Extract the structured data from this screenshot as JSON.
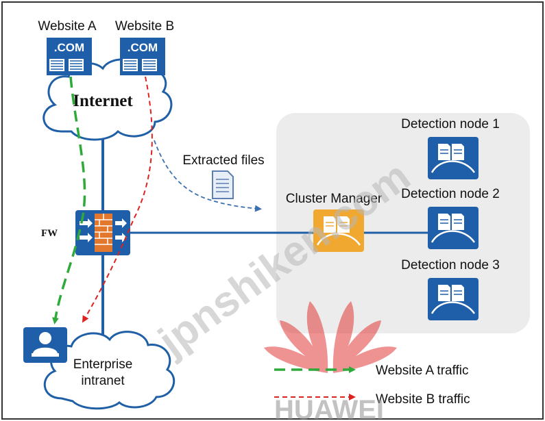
{
  "labels": {
    "website_a": "Website A",
    "website_b": "Website B",
    "dotcom": ".COM",
    "internet": "Internet",
    "fw": "FW",
    "extracted_files": "Extracted files",
    "cluster_manager": "Cluster Manager",
    "detection_node_1": "Detection node 1",
    "detection_node_2": "Detection node 2",
    "detection_node_3": "Detection node 3",
    "enterprise_line1": "Enterprise",
    "enterprise_line2": "intranet"
  },
  "legend": {
    "website_a_traffic": "Website A traffic",
    "website_b_traffic": "Website B traffic"
  },
  "watermarks": {
    "site": "jpnshiken.com",
    "brand": "HUAWEI"
  },
  "colors": {
    "website_a_traffic": "#2eaa3a",
    "website_b_traffic": "#dd2222",
    "network_link": "#1f5fa6",
    "server_blue": "#1f5ea8",
    "cluster_orange": "#f0a830",
    "cluster_panel": "#ececec",
    "huawei_red": "#e23a3a"
  },
  "icons": {
    "server": "dotcom-server-icon",
    "firewall": "firewall-icon",
    "file": "document-icon",
    "sandbox": "sandbox-node-icon",
    "user": "user-pc-icon",
    "cloud": "cloud-icon",
    "logo": "huawei-logo"
  }
}
